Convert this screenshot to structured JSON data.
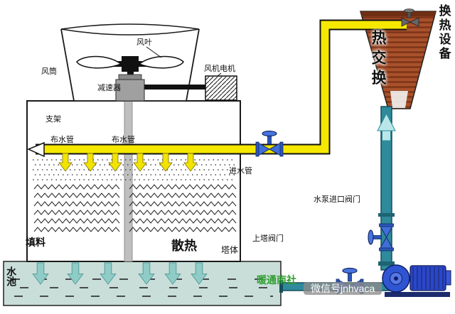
{
  "diagram_type": "cooling-tower-heat-exchange-system",
  "labels": {
    "heat_equipment": "换热设备",
    "heat_exchange": "热交换",
    "fan_blade": "风叶",
    "fan_duct": "风筒",
    "fan_motor": "风机电机",
    "reducer": "减速器",
    "support": "支架",
    "dist_pipe_left": "布水管",
    "dist_pipe_right": "布水管",
    "inlet_pipe": "进水管",
    "fill": "填料",
    "heat_dissipation": "散热",
    "tower_body": "塔体",
    "pool": "水池",
    "up_tower_valve": "上塔阀门",
    "pump_inlet_valve": "水泵进口阀门"
  },
  "watermark": {
    "brand": "暖通南社",
    "wechat": "微信号jnhvaca"
  },
  "colors": {
    "hot_pipe_yellow": "#f6e800",
    "cold_pipe_teal": "#2f8a9b",
    "heat_exchanger_brick": "#a8512b",
    "valve_blue": "#3f6fd6",
    "pump_blue": "#2b46c8",
    "pool_fill": "#c9ded9",
    "cold_arrow_teal": "#8fccc8",
    "watermark_green": "#2f9e2f"
  }
}
